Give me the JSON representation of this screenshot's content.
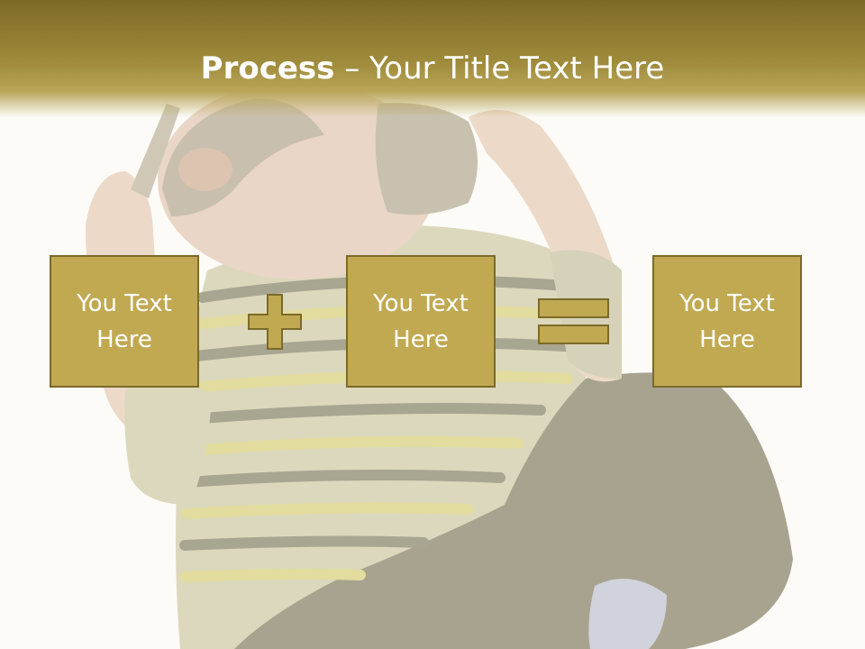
{
  "slide": {
    "title_bold": "Process",
    "title_separator": " – ",
    "title_rest": "Your Title Text Here"
  },
  "boxes": [
    {
      "text": "You Text Here"
    },
    {
      "text": "You Text Here"
    },
    {
      "text": "You Text Here"
    }
  ],
  "operators": {
    "plus": "plus-icon",
    "equals": "equals-icon"
  },
  "colors": {
    "header_dark": "#7d6a26",
    "box_fill": "#c1a952",
    "box_border": "#7c6a2a",
    "text": "#ffffff"
  }
}
